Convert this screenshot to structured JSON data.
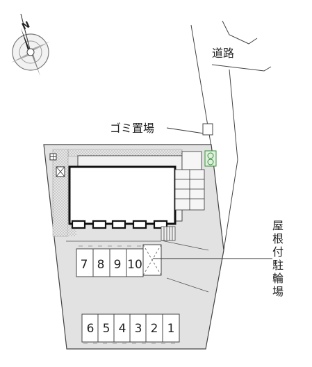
{
  "labels": {
    "road": "道路",
    "garbage": "ゴミ置場",
    "bike_parking_vertical": [
      "屋",
      "根",
      "付",
      "駐",
      "輪",
      "場"
    ],
    "compass_letter": "N"
  },
  "parking_top": [
    "7",
    "8",
    "9",
    "10"
  ],
  "parking_bottom": [
    "6",
    "5",
    "4",
    "3",
    "2",
    "1"
  ],
  "colors": {
    "lot_gray": "#e2e2e2",
    "hatch": "#c8c8c8",
    "line": "#222222",
    "grass": "#3a8f3a"
  }
}
